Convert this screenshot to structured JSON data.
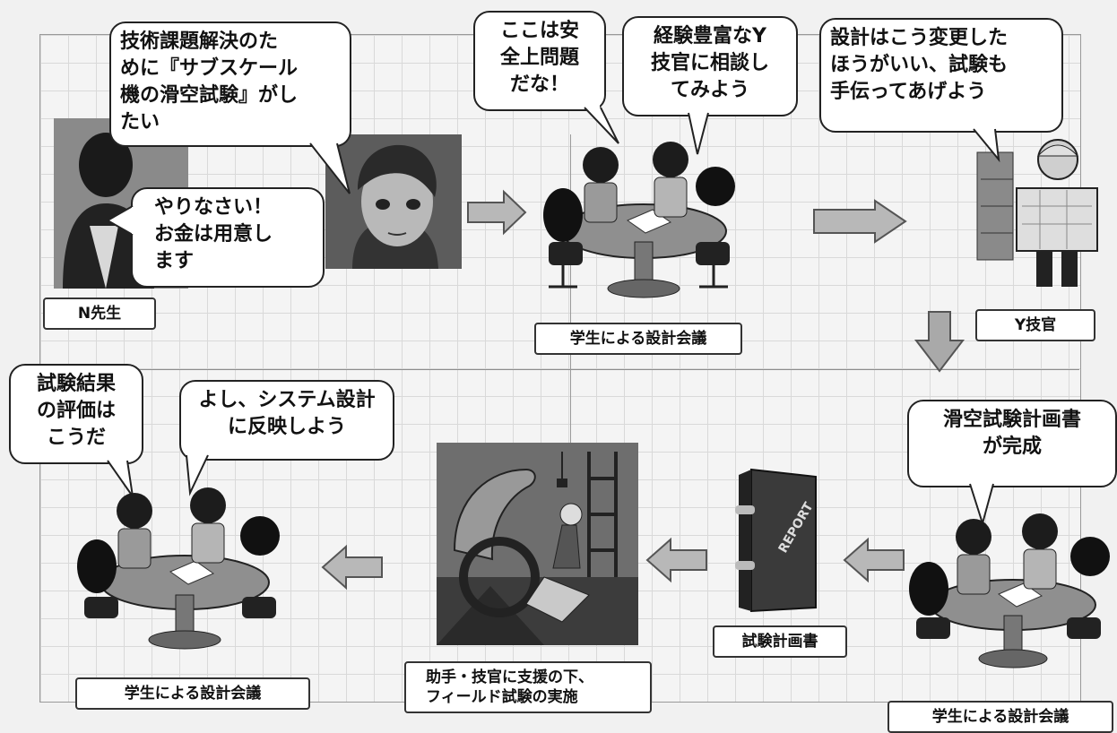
{
  "bubbles": {
    "b1": [
      "技術課題解決のた",
      "めに『サブスケール",
      "機の滑空試験』がし",
      "たい"
    ],
    "b2": [
      "ここは安",
      "全上問題",
      "だな！"
    ],
    "b3": [
      "経験豊富なY",
      "技官に相談し",
      "てみよう"
    ],
    "b4": [
      "設計はこう変更した",
      "ほうがいい、試験も",
      "手伝ってあげよう"
    ],
    "b5": [
      "やりなさい！",
      "お金は用意し",
      "ます"
    ],
    "b6": [
      "試験結果",
      "の評価は",
      "こうだ"
    ],
    "b7": [
      "よし、システム設計",
      "に反映しよう"
    ],
    "b8": [
      "滑空試験計画書",
      "が完成"
    ]
  },
  "labels": {
    "n_sensei": "N先生",
    "meeting_top": "学生による設計会議",
    "y_gikan": "Y技官",
    "plan_doc": "試験計画書",
    "field_test": [
      "助手・技官に支援の下、",
      "フィールド試験の実施"
    ],
    "meeting_bottom_right": "学生による設計会議",
    "meeting_bottom_left": "学生による設計会議"
  },
  "report_text": "REPORT",
  "colors": {
    "arrow": "#b8b8b8",
    "arrow_edge": "#555555",
    "grid": "#d9d9d9"
  }
}
